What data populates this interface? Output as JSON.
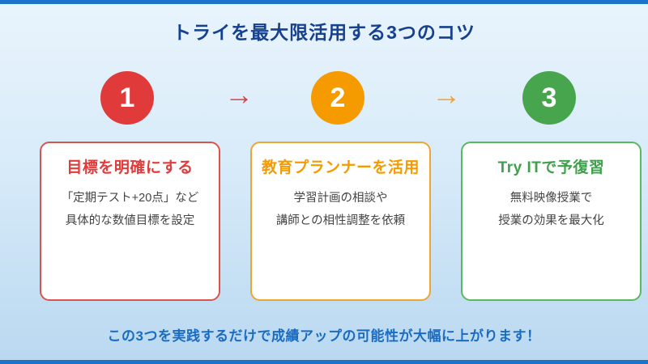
{
  "title": "トライを最大限活用する3つのコツ",
  "footer": "この3つを実践するだけで成績アップの可能性が大幅に上がります！",
  "colors": {
    "edge_bar": "#1b74c9",
    "title_text": "#16418f",
    "footer_text": "#1a6cc2",
    "background_top": "#e9f4fc",
    "background_bottom": "#b9d8f0",
    "card_background": "#ffffff",
    "body_text": "#444444"
  },
  "steps": [
    {
      "number": "1",
      "circle_color": "#e03a3a",
      "border_color": "#d9534f",
      "heading_color": "#e03c3c",
      "heading": "目標を明確にする",
      "body_line1": "「定期テスト+20点」など",
      "body_line2": "具体的な数値目標を設定"
    },
    {
      "number": "2",
      "circle_color": "#f59b00",
      "border_color": "#f0a432",
      "heading_color": "#f59b00",
      "heading": "教育プランナーを活用",
      "body_line1": "学習計画の相談や",
      "body_line2": "講師との相性調整を依頼"
    },
    {
      "number": "3",
      "circle_color": "#47a64d",
      "border_color": "#5cb85c",
      "heading_color": "#3fa14b",
      "heading": "Try ITで予復習",
      "body_line1": "無料映像授業で",
      "body_line2": "授業の効果を最大化"
    }
  ],
  "arrows": [
    {
      "glyph": "→",
      "color": "#d64548"
    },
    {
      "glyph": "→",
      "color": "#f2a031"
    }
  ]
}
